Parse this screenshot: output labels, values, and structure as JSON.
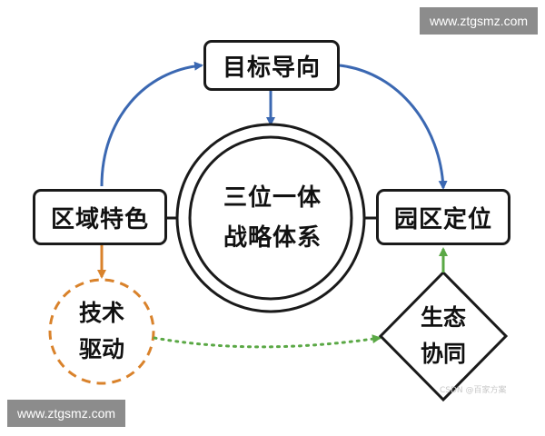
{
  "watermarks": {
    "top": "www.ztgsmz.com",
    "bottom": "www.ztgsmz.com",
    "csdn": "CSDN @百家方案"
  },
  "diagram": {
    "center": {
      "line1": "三位一体",
      "line2": "战略体系"
    },
    "top_node": "目标导向",
    "left_node": "区域特色",
    "right_node": "园区定位",
    "tech_node": {
      "line1": "技术",
      "line2": "驱动"
    },
    "eco_node": {
      "line1": "生态",
      "line2": "协同"
    }
  },
  "colors": {
    "blue_arrow": "#3b68b2",
    "orange_arrow": "#d9822b",
    "green_arrow": "#5aa845",
    "dashed_circle": "#d9822b",
    "box_border": "#1a1a1a"
  }
}
